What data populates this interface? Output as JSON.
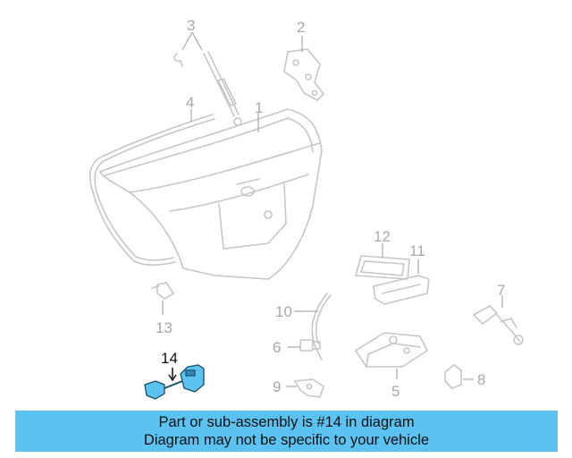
{
  "callouts": [
    {
      "id": "1",
      "text": "1"
    },
    {
      "id": "2",
      "text": "2"
    },
    {
      "id": "3",
      "text": "3"
    },
    {
      "id": "4",
      "text": "4"
    },
    {
      "id": "5",
      "text": "5"
    },
    {
      "id": "6",
      "text": "6"
    },
    {
      "id": "7",
      "text": "7"
    },
    {
      "id": "8",
      "text": "8"
    },
    {
      "id": "9",
      "text": "9"
    },
    {
      "id": "10",
      "text": "10"
    },
    {
      "id": "11",
      "text": "11"
    },
    {
      "id": "12",
      "text": "12"
    },
    {
      "id": "13",
      "text": "13"
    },
    {
      "id": "14",
      "text": "14"
    }
  ],
  "highlight_part": "14",
  "colors": {
    "highlight": "#5bc2f2",
    "line": "#c8c8c8",
    "banner": "#5bc2f2"
  },
  "banner": {
    "line1": "Part or sub-assembly is #14 in diagram",
    "line2": "Diagram may not be specific to your vehicle"
  }
}
